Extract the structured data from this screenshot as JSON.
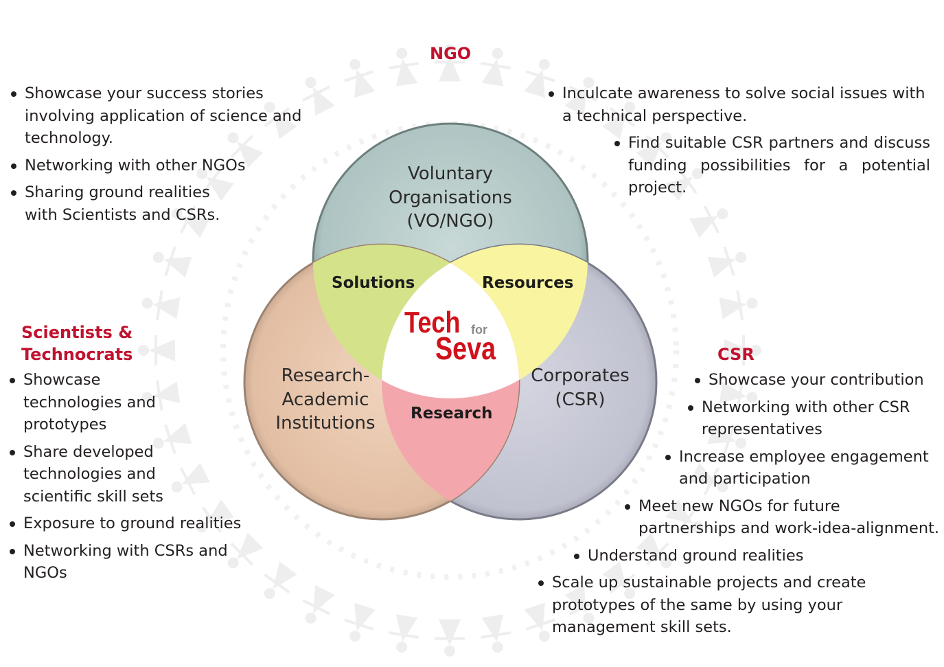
{
  "headings": {
    "ngo": "NGO",
    "scientists": "Scientists &\nTechnocrats",
    "csr": "CSR"
  },
  "ngo_left_points": [
    "Showcase your success stories involving application of science and technology.",
    "Networking with other NGOs",
    "Sharing ground realities with Scientists and CSRs."
  ],
  "ngo_right_points": [
    "Inculcate awareness to solve social issues with a technical perspective.",
    "Find suitable CSR partners and discuss funding possibilities for a potential project."
  ],
  "scientist_points": [
    "Showcase technologies and prototypes",
    "Share developed technologies and scientific skill sets",
    "Exposure to ground realities",
    "Networking with CSRs and NGOs"
  ],
  "csr_points": [
    "Showcase your contribution",
    "Networking with other CSR representatives",
    "Increase employee engagement and participation",
    "Meet new NGOs for future partnerships and work-idea-alignment.",
    "Understand ground realities",
    "Scale up sustainable projects and create prototypes of the same by using your management skill sets."
  ],
  "venn": {
    "top": "Voluntary\nOrganisations\n(VO/NGO)",
    "left": "Research-\nAcademic\nInstitutions",
    "right": "Corporates\n(CSR)",
    "overlap_top_left": "Solutions",
    "overlap_top_right": "Resources",
    "overlap_bottom": "Research"
  },
  "logo": {
    "word1": "Tech",
    "word2": "for",
    "word3": "Seva"
  },
  "colors": {
    "heading_red": "#c1122f",
    "top_circle": "#b3c8c6",
    "left_circle": "#e6c3a8",
    "right_circle": "#c4c5d3",
    "solutions_zone": "#d4e38a",
    "resources_zone": "#f8f4a0",
    "research_zone": "#f3a7ac",
    "logo_red": "#d0121b"
  }
}
